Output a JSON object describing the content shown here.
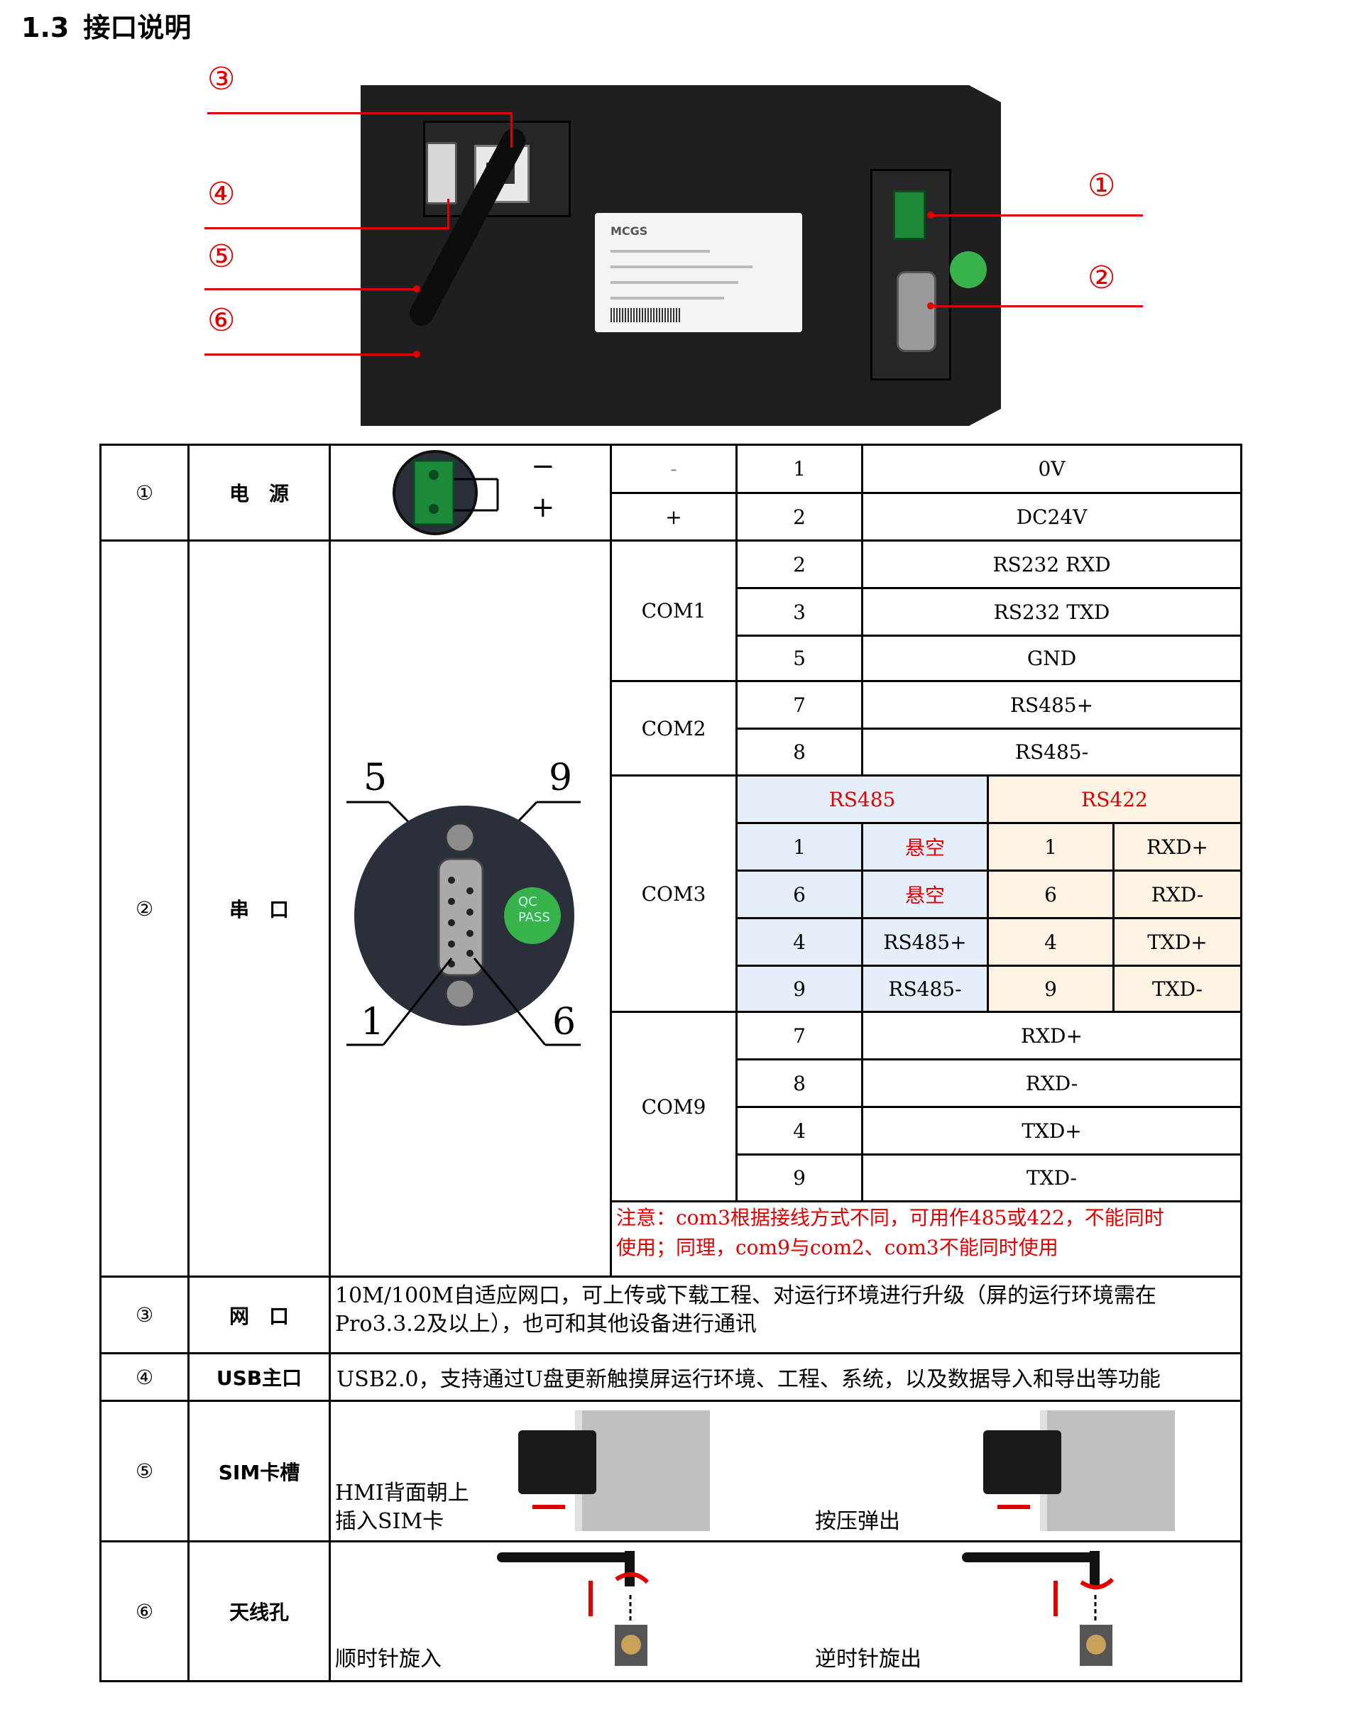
{
  "heading": {
    "number": "1.3",
    "title": "接口说明"
  },
  "diagram": {
    "callouts": [
      "③",
      "④",
      "⑤",
      "⑥",
      "①",
      "②"
    ],
    "brand_label": "MCGS",
    "qc_label": "QC\nPASS"
  },
  "rows": {
    "power": {
      "index": "①",
      "name": "电　源",
      "pins": [
        {
          "sign": "-",
          "pin": "1",
          "func": "0V"
        },
        {
          "sign": "+",
          "pin": "2",
          "func": "DC24V"
        }
      ],
      "terminal_minus": "−",
      "terminal_plus": "+"
    },
    "serial": {
      "index": "②",
      "name": "串　口",
      "db9_labels": {
        "tl": "5",
        "tr": "9",
        "bl": "1",
        "br": "6"
      },
      "com1": {
        "name": "COM1",
        "pins": [
          {
            "pin": "2",
            "func": "RS232  RXD"
          },
          {
            "pin": "3",
            "func": "RS232  TXD"
          },
          {
            "pin": "5",
            "func": "GND"
          }
        ]
      },
      "com2": {
        "name": "COM2",
        "pins": [
          {
            "pin": "7",
            "func": "RS485+"
          },
          {
            "pin": "8",
            "func": "RS485-"
          }
        ]
      },
      "com3": {
        "name": "COM3",
        "hdr_485": "RS485",
        "hdr_422": "RS422",
        "rows": [
          {
            "p485": "1",
            "f485": "悬空",
            "p422": "1",
            "f422": "RXD+"
          },
          {
            "p485": "6",
            "f485": "悬空",
            "p422": "6",
            "f422": "RXD-"
          },
          {
            "p485": "4",
            "f485": "RS485+",
            "p422": "4",
            "f422": "TXD+"
          },
          {
            "p485": "9",
            "f485": "RS485-",
            "p422": "9",
            "f422": "TXD-"
          }
        ]
      },
      "com9": {
        "name": "COM9",
        "pins": [
          {
            "pin": "7",
            "func": "RXD+"
          },
          {
            "pin": "8",
            "func": "RXD-"
          },
          {
            "pin": "4",
            "func": "TXD+"
          },
          {
            "pin": "9",
            "func": "TXD-"
          }
        ]
      },
      "note_line1": "注意：com3根据接线方式不同，可用作485或422，不能同时",
      "note_line2": "使用；同理，com9与com2、com3不能同时使用"
    },
    "ethernet": {
      "index": "③",
      "name": "网　口",
      "line1": "10M/100M自适应网口，可上传或下载工程、对运行环境进行升级（屏的运行环境需在",
      "line2": "Pro3.3.2及以上），也可和其他设备进行通讯"
    },
    "usb": {
      "index": "④",
      "name": "USB主口",
      "desc": "USB2.0，支持通过U盘更新触摸屏运行环境、工程、系统，以及数据导入和导出等功能"
    },
    "sim": {
      "index": "⑤",
      "name": "SIM卡槽",
      "insert_line1": "HMI背面朝上",
      "insert_line2": "插入SIM卡",
      "eject": "按压弹出"
    },
    "antenna": {
      "index": "⑥",
      "name": "天线孔",
      "cw": "顺时针旋入",
      "ccw": "逆时针旋出"
    }
  },
  "colors": {
    "accent_red": "#e00000",
    "rs485_bg": "#e5eff9",
    "rs422_bg": "#fdf3e2",
    "terminal_green": "#1d8a3a"
  }
}
